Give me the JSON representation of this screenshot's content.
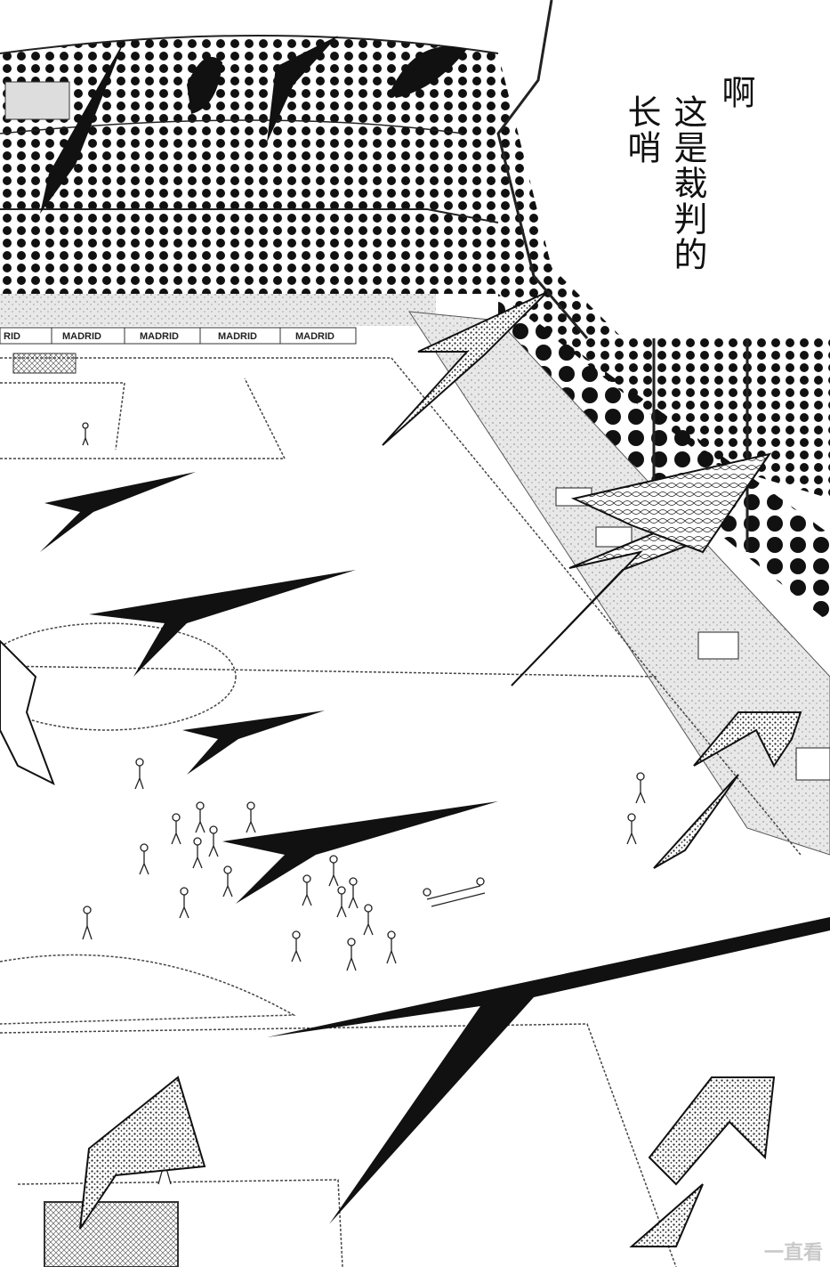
{
  "speech": {
    "column1": "啊",
    "column2": "这是裁判的",
    "column3": "长哨"
  },
  "banners": [
    "RID",
    "MADRID",
    "MADRID",
    "MADRID",
    "MADRID"
  ],
  "watermark": "一直看"
}
